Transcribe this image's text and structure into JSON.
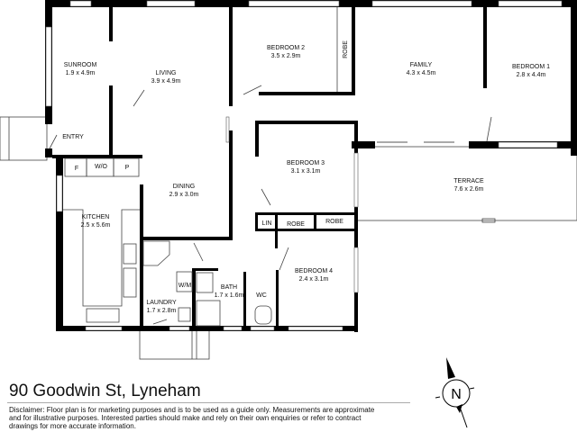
{
  "address": "90 Goodwin St, Lyneham",
  "disclaimer": [
    "Disclaimer: Floor plan is for marketing purposes and is to be used as a guide only. Measurements  are approximate",
    "and for illustrative purposes. Interested parties should make and rely on their own enquiries or refer to contract",
    "drawings for more accurate information."
  ],
  "compass": {
    "label": "N"
  },
  "rooms": {
    "sunroom": {
      "name": "SUNROOM",
      "size": "1.9 x 4.9m"
    },
    "living": {
      "name": "LIVING",
      "size": "3.9 x 4.9m"
    },
    "bedroom2": {
      "name": "BEDROOM 2",
      "size": "3.5 x 2.9m"
    },
    "family": {
      "name": "FAMILY",
      "size": "4.3 x 4.5m"
    },
    "bedroom1": {
      "name": "BEDROOM 1",
      "size": "2.8 x 4.4m"
    },
    "bedroom3": {
      "name": "BEDROOM 3",
      "size": "3.1 x 3.1m"
    },
    "terrace": {
      "name": "TERRACE",
      "size": "7.6 x 2.6m"
    },
    "dining": {
      "name": "DINING",
      "size": "2.9 x 3.0m"
    },
    "kitchen": {
      "name": "KITCHEN",
      "size": "2.5 x 5.6m"
    },
    "bedroom4": {
      "name": "BEDROOM 4",
      "size": "2.4 x 3.1m"
    },
    "bath": {
      "name": "BATH",
      "size": "1.7 x 1.6m"
    },
    "laundry": {
      "name": "LAUNDRY",
      "size": "1.7 x 2.8m"
    }
  },
  "small_labels": {
    "entry": "ENTRY",
    "robe_b2": "ROBE",
    "lin": "LIN",
    "robe1": "ROBE",
    "robe2": "ROBE",
    "wc": "WC",
    "wm": "W/M",
    "fridge": "F",
    "wo": "W/O",
    "pantry": "P"
  }
}
